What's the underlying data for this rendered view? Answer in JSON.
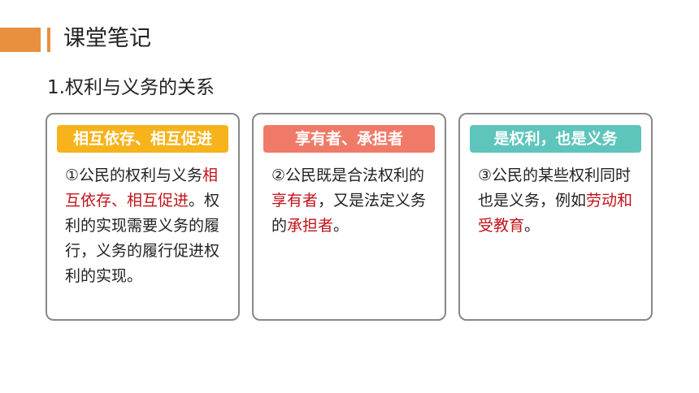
{
  "header": {
    "title": "课堂笔记"
  },
  "section": {
    "heading": "1.权利与义务的关系"
  },
  "colors": {
    "accent": "#e8903e",
    "card1_label": "#f6b31c",
    "card2_label": "#f07a68",
    "card3_label": "#5ec5bd",
    "highlight": "#c0141b",
    "card_border": "#888888"
  },
  "cards": [
    {
      "label": "相互依存、相互促进",
      "text_before": "①公民的权利与义务",
      "highlight": "相互依存、相互促进",
      "text_after": "。权利的实现需要义务的履行，义务的履行促进权利的实现。"
    },
    {
      "label": "享有者、承担者",
      "text_before": "②公民既是合法权利的",
      "highlight": "享有者",
      "text_middle": "，又是法定义务的",
      "highlight2": "承担者",
      "text_after": "。"
    },
    {
      "label": "是权利，也是义务",
      "text_before": "③公民的某些权利同时也是义务，例如",
      "highlight": "劳动和受教育",
      "text_after": "。"
    }
  ]
}
